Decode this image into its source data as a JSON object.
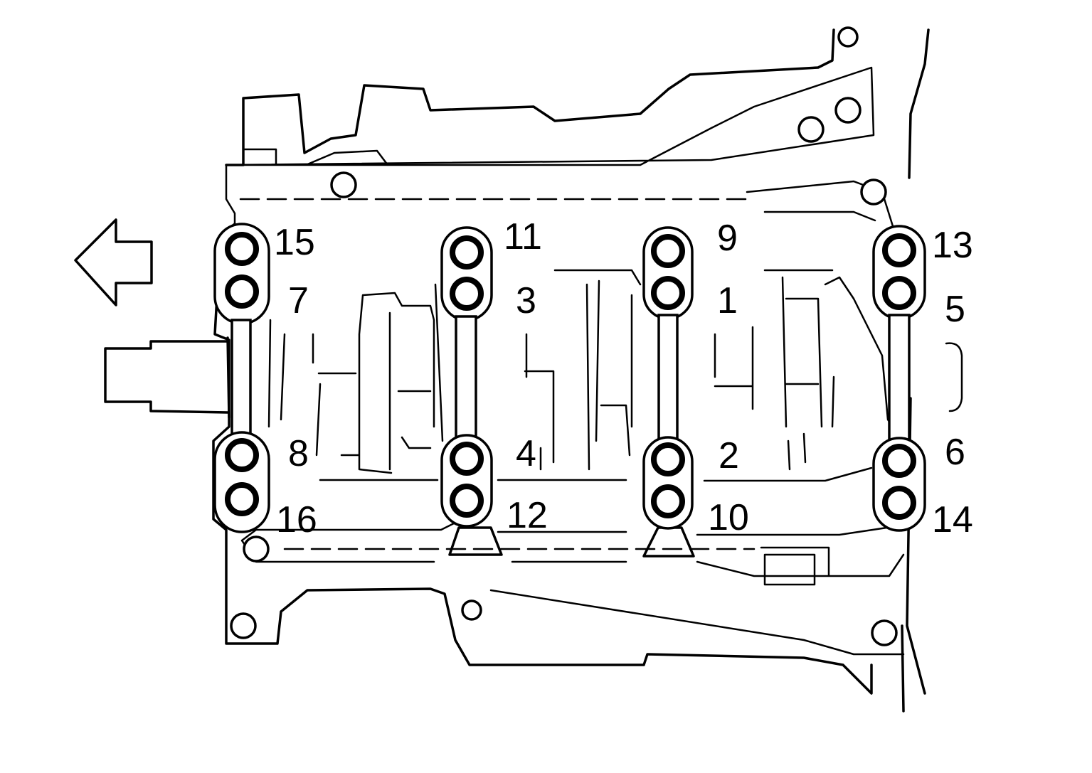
{
  "bolt_labels": {
    "b1": "1",
    "b2": "2",
    "b3": "3",
    "b4": "4",
    "b5": "5",
    "b6": "6",
    "b7": "7",
    "b8": "8",
    "b9": "9",
    "b10": "10",
    "b11": "11",
    "b12": "12",
    "b13": "13",
    "b14": "14",
    "b15": "15",
    "b16": "16"
  },
  "front_arrow_icon": "left-arrow-outline-icon"
}
